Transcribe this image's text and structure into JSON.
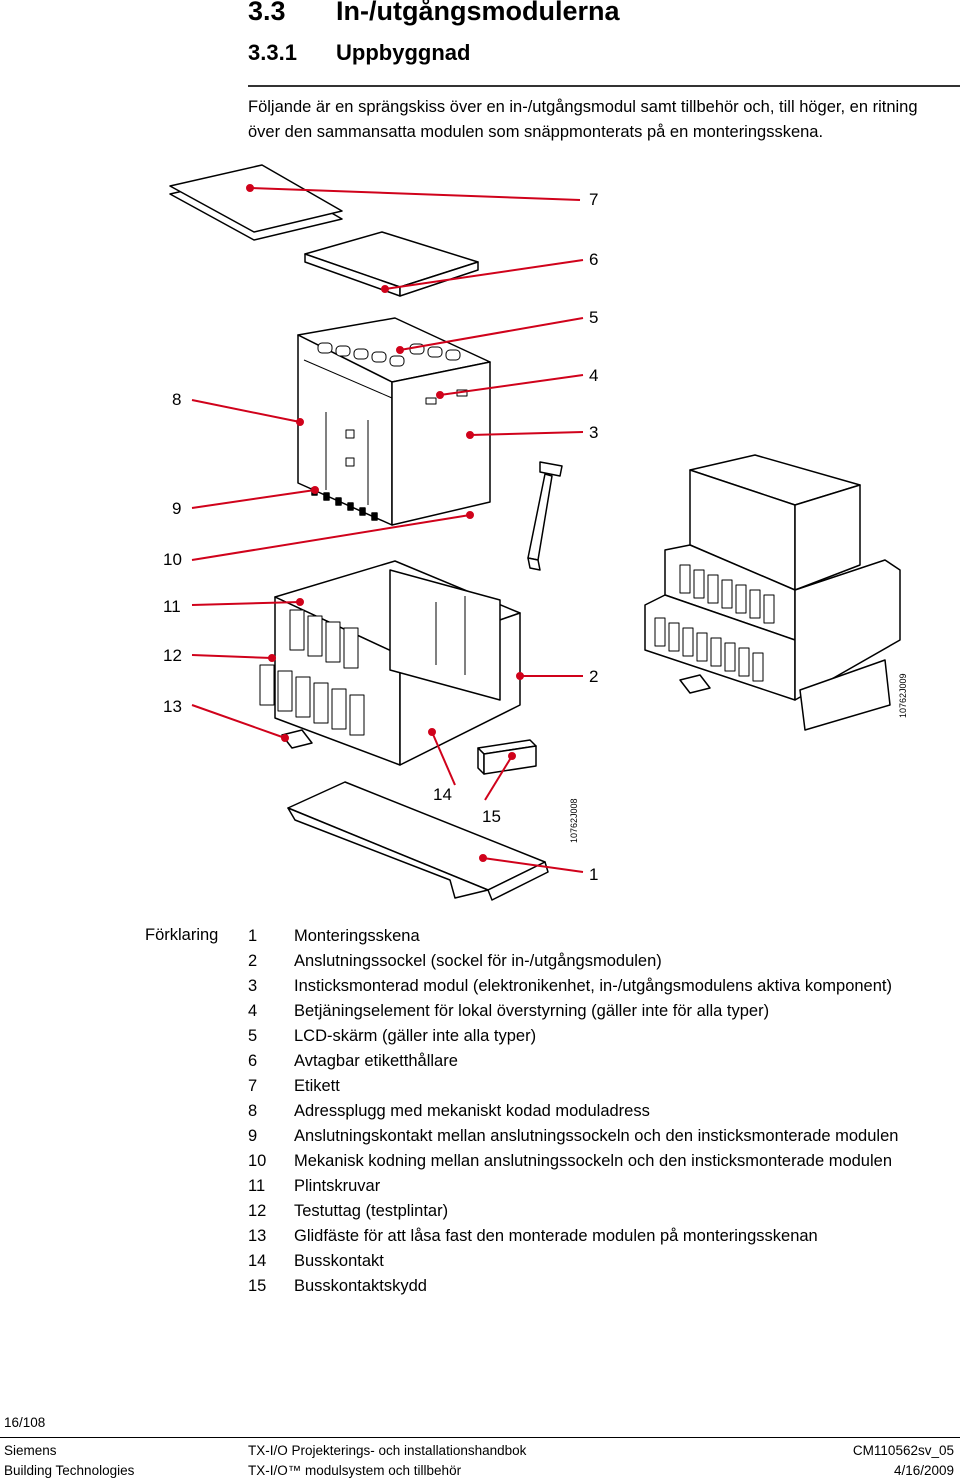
{
  "heading": {
    "number": "3.3",
    "title": "In-/utgångsmodulerna"
  },
  "subheading": {
    "number": "3.3.1",
    "title": "Uppbyggnad"
  },
  "intro": "Följande är en sprängskiss över en in-/utgångsmodul samt tillbehör och, till höger, en ritning över den sammansatta modulen som snäppmonterats på en monteringsskena.",
  "figure": {
    "callouts": [
      "1",
      "2",
      "3",
      "4",
      "5",
      "6",
      "7",
      "8",
      "9",
      "10",
      "11",
      "12",
      "13",
      "14",
      "15"
    ],
    "ref_left": "10762J008",
    "ref_right": "10762J009"
  },
  "legend": {
    "title": "Förklaring",
    "items": [
      {
        "num": "1",
        "text": "Monteringsskena"
      },
      {
        "num": "2",
        "text": "Anslutningssockel (sockel för in-/utgångsmodulen)"
      },
      {
        "num": "3",
        "text": "Insticksmonterad modul (elektronikenhet, in-/utgångsmodulens aktiva komponent)"
      },
      {
        "num": "4",
        "text": "Betjäningselement för lokal överstyrning (gäller inte för alla typer)"
      },
      {
        "num": "5",
        "text": "LCD-skärm (gäller inte alla typer)"
      },
      {
        "num": "6",
        "text": "Avtagbar etiketthållare"
      },
      {
        "num": "7",
        "text": "Etikett"
      },
      {
        "num": "8",
        "text": "Adressplugg med mekaniskt kodad moduladress"
      },
      {
        "num": "9",
        "text": "Anslutningskontakt mellan anslutningssockeln och den insticksmonterade modulen"
      },
      {
        "num": "10",
        "text": "Mekanisk kodning mellan anslutningssockeln och den insticksmonterade modulen"
      },
      {
        "num": "11",
        "text": "Plintskruvar"
      },
      {
        "num": "12",
        "text": "Testuttag (testplintar)"
      },
      {
        "num": "13",
        "text": "Glidfäste för att låsa fast den monterade modulen på monteringsskenan"
      },
      {
        "num": "14",
        "text": "Busskontakt"
      },
      {
        "num": "15",
        "text": "Busskontaktskydd"
      }
    ]
  },
  "footer": {
    "page": "16/108",
    "left1": "Siemens",
    "left2": "Building Technologies",
    "center1": "TX-I/O Projekterings- och installationshandbok",
    "center2": "TX-I/O™ modulsystem och tillbehör",
    "right1": "CM110562sv_05",
    "right2": "4/16/2009"
  },
  "colors": {
    "callout_line": "#d0021b"
  }
}
